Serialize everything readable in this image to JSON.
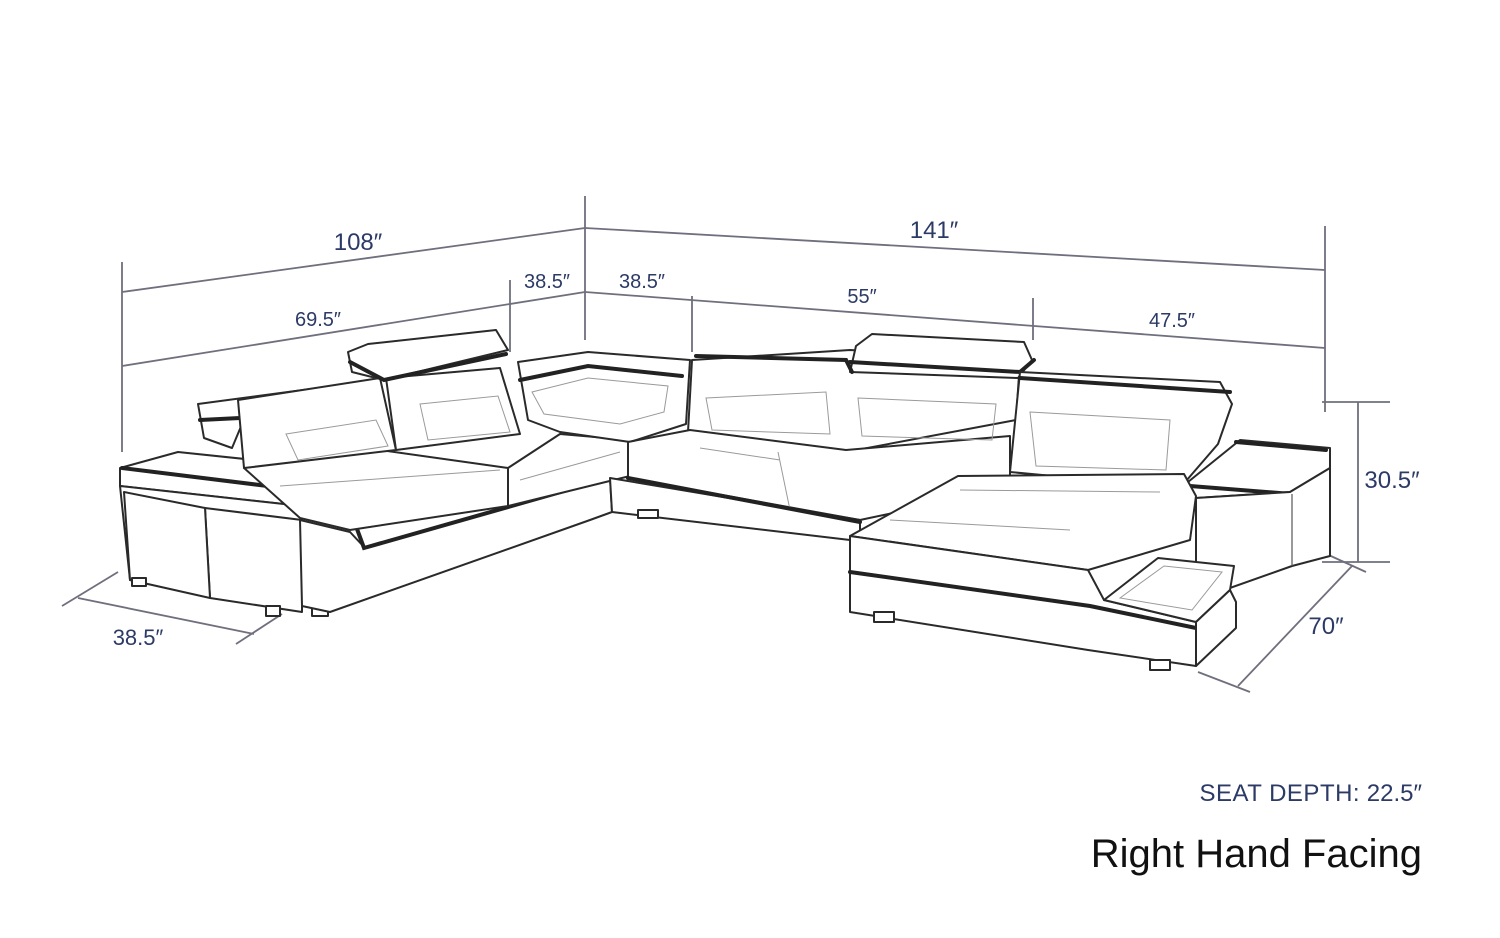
{
  "dimensions": {
    "total_left_width": "108″",
    "total_right_width": "141″",
    "corner_left": "38.5″",
    "corner_right": "38.5″",
    "left_section": "69.5″",
    "middle_section": "55″",
    "right_section": "47.5″",
    "height": "30.5″",
    "chaise_depth": "70″",
    "left_depth": "38.5″"
  },
  "seat_depth": {
    "label": "SEAT DEPTH:",
    "value": "22.5″"
  },
  "orientation": "Right Hand Facing"
}
